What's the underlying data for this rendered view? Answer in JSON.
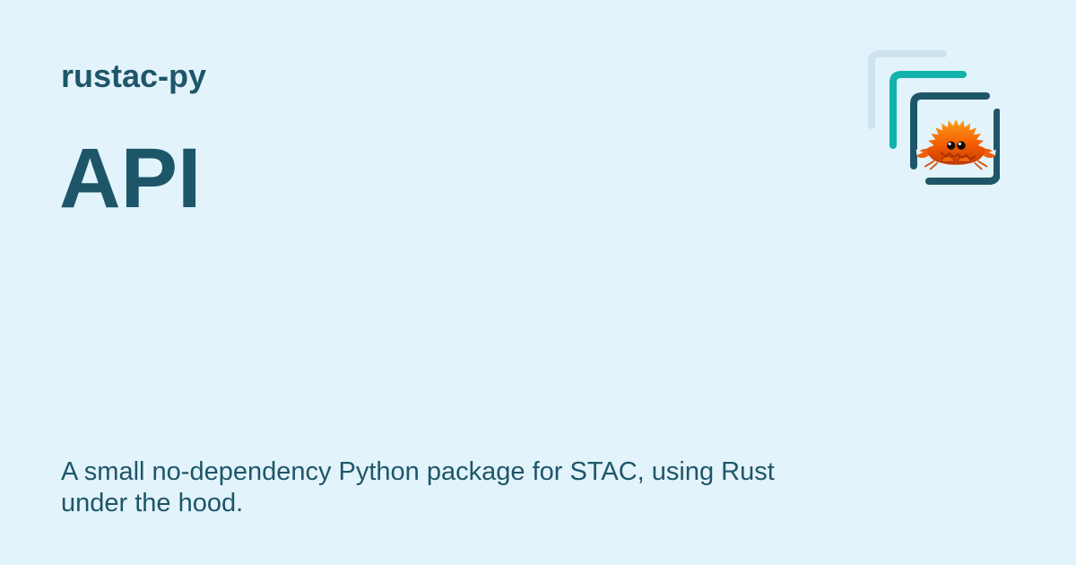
{
  "card": {
    "site_name": "rustac-py",
    "title": "API",
    "description_lines": [
      "A small no-dependency Python package for STAC, using Rust",
      "under the hood."
    ]
  },
  "logo": {
    "icon": "layered-squares-with-ferris-crab",
    "colors": {
      "back_square": "#cde3ef",
      "middle_square": "#12b2ab",
      "front_square": "#1e5669",
      "crab_top": "#ffa018",
      "crab_mid": "#f45d02",
      "crab_bottom": "#c93a02",
      "crab_claw": "#ef5f0d",
      "crab_leg": "#d94f04",
      "crab_mouth": "#9e3203",
      "crab_fist": "#f4660a",
      "crab_fist_outline": "#a8380a",
      "crab_eye": "#140a04",
      "crab_eye_shine": "#ffffff"
    }
  },
  "colors": {
    "background": "#e2f3fb",
    "text": "#1e5669"
  }
}
